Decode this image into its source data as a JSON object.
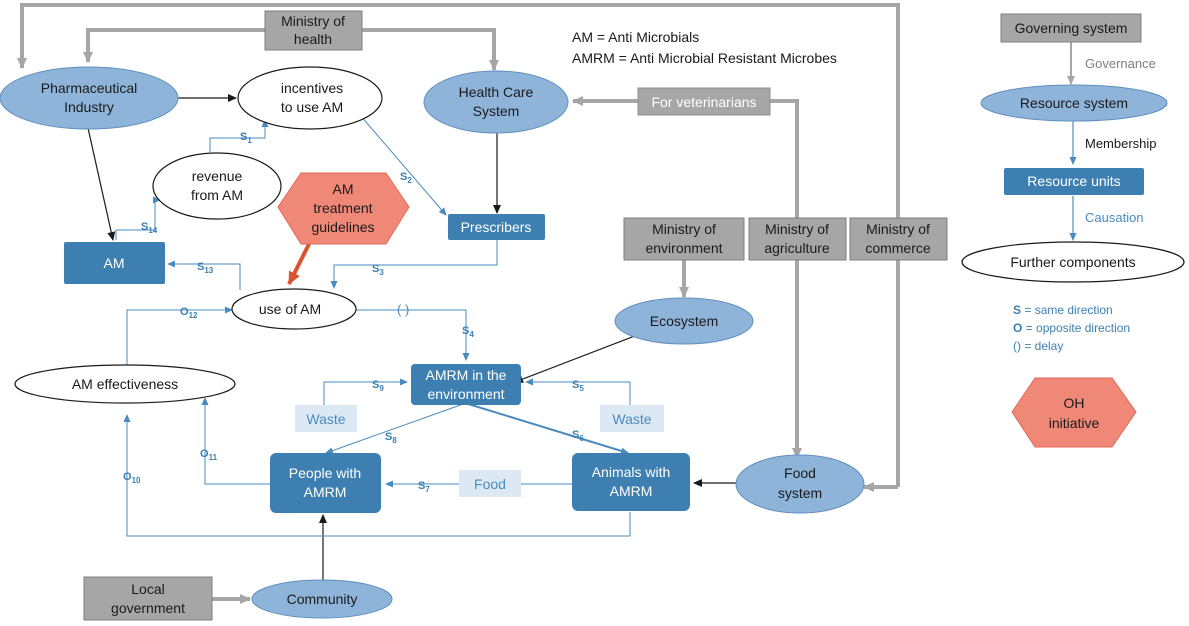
{
  "nodes": {
    "ministry_health": [
      "Ministry of",
      "health"
    ],
    "pharma": [
      "Pharmaceutical",
      "Industry"
    ],
    "incentives": [
      "incentives",
      "to use AM"
    ],
    "health_care": [
      "Health Care",
      "System"
    ],
    "for_vets": "For veterinarians",
    "revenue": [
      "revenue",
      "from AM"
    ],
    "guidelines": [
      "AM",
      "treatment",
      "guidelines"
    ],
    "prescribers": "Prescribers",
    "am": "AM",
    "use_am": "use of AM",
    "min_env": [
      "Ministry of",
      "environment"
    ],
    "min_agri": [
      "Ministry of",
      "agriculture"
    ],
    "min_comm": [
      "Ministry of",
      "commerce"
    ],
    "ecosystem": "Ecosystem",
    "amrm_env": [
      "AMRM in the",
      "environment"
    ],
    "am_eff": "AM effectiveness",
    "waste_left": "Waste",
    "waste_right": "Waste",
    "people": [
      "People with",
      "AMRM"
    ],
    "animals": [
      "Animals with",
      "AMRM"
    ],
    "food": "Food",
    "food_system": [
      "Food",
      "system"
    ],
    "local_gov": [
      "Local",
      "government"
    ],
    "community": "Community"
  },
  "abbreviations": [
    "AM = Anti Microbials",
    "AMRM = Anti Microbial Resistant Microbes"
  ],
  "link_labels": {
    "s1": [
      "S",
      "1"
    ],
    "s2": [
      "S",
      "2"
    ],
    "s3": [
      "S",
      "3"
    ],
    "s4": [
      "S",
      "4"
    ],
    "s5": [
      "S",
      "5"
    ],
    "s6": [
      "S",
      "6"
    ],
    "s7": [
      "S",
      "7"
    ],
    "s8": [
      "S",
      "8"
    ],
    "s9": [
      "S",
      "9"
    ],
    "o10": [
      "O",
      "10"
    ],
    "o11": [
      "O",
      "11"
    ],
    "o12": [
      "O",
      "12"
    ],
    "s13": [
      "S",
      "13"
    ],
    "s14": [
      "S",
      "14"
    ],
    "delay": "(  )"
  },
  "legend": {
    "governing": "Governing system",
    "governance": "Governance",
    "resource_system": "Resource system",
    "membership": "Membership",
    "resource_units": "Resource units",
    "causation": "Causation",
    "further": "Further components",
    "s_key": "S",
    "s_desc": " = same direction",
    "o_key": "O",
    "o_desc": " = opposite direction",
    "delay_desc": "() = delay",
    "oh": [
      "OH",
      "initiative"
    ]
  },
  "colors": {
    "ellipse_blue": "#8fb4d9",
    "box_blue": "#3d7fb1",
    "grey_box": "#a6a6a6",
    "grey_line": "#a6a6a6",
    "link_blue": "#4a8bbf",
    "pale_blue": "#dce9f4",
    "red_hex": "#f08878",
    "red_arrow": "#d9532f"
  }
}
